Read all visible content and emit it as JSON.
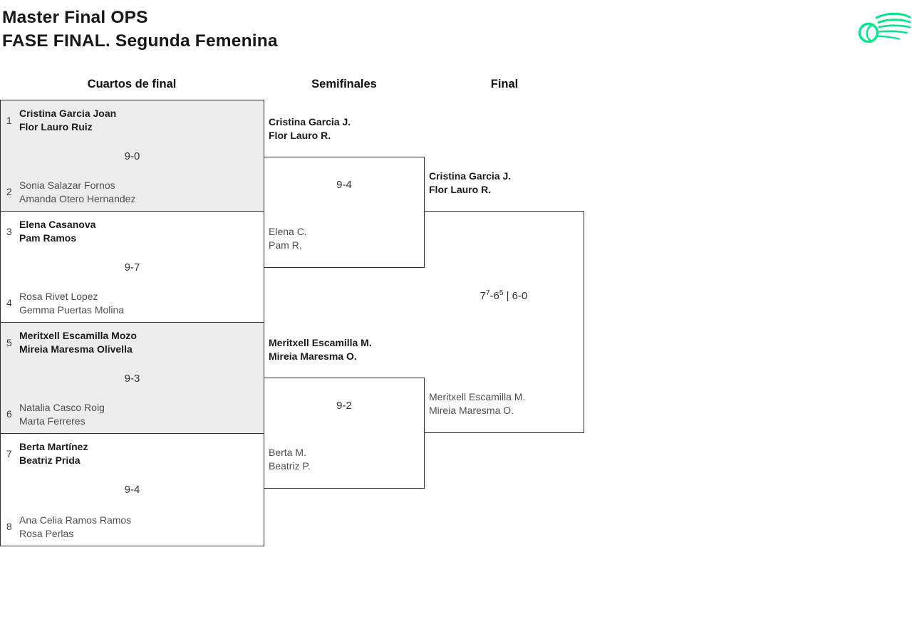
{
  "page": {
    "title_line1": "Master Final OPS",
    "title_line2": "FASE FINAL. Segunda Femenina"
  },
  "logo": {
    "icon": "tennis-ball-comet-icon",
    "color": "#00E58A"
  },
  "colors": {
    "brand_green": "#00E58A",
    "border_line": "#2e2e2e",
    "shaded_match_bg": "#ECECEC",
    "winner_text": "#1b1b1b",
    "loser_text": "#4e4e4e",
    "score_text": "#333333"
  },
  "rounds": [
    {
      "label": "Cuartos de final"
    },
    {
      "label": "Semifinales"
    },
    {
      "label": "Final"
    }
  ],
  "quarterfinals": [
    {
      "seed_top": "1",
      "team_top": [
        "Cristina Garcia Joan",
        "Flor Lauro Ruiz"
      ],
      "score": "9-0",
      "seed_bottom": "2",
      "team_bottom": [
        "Sonia Salazar Fornos",
        "Amanda Otero Hernandez"
      ]
    },
    {
      "seed_top": "3",
      "team_top": [
        "Elena Casanova",
        "Pam Ramos"
      ],
      "score": "9-7",
      "seed_bottom": "4",
      "team_bottom": [
        "Rosa Rivet Lopez",
        "Gemma Puertas Molina"
      ]
    },
    {
      "seed_top": "5",
      "team_top": [
        "Meritxell Escamilla Mozo",
        "Mireia Maresma Olivella"
      ],
      "score": "9-3",
      "seed_bottom": "6",
      "team_bottom": [
        "Natalia Casco Roig",
        "Marta Ferreres"
      ]
    },
    {
      "seed_top": "7",
      "team_top": [
        "Berta Martínez",
        "Beatriz Prida"
      ],
      "score": "9-4",
      "seed_bottom": "8",
      "team_bottom": [
        "Ana Celia Ramos Ramos",
        "Rosa Perlas"
      ]
    }
  ],
  "semifinals": [
    {
      "team_top": [
        "Cristina Garcia J.",
        "Flor Lauro R."
      ],
      "score": "9-4",
      "team_bottom": [
        "Elena C.",
        "Pam R."
      ]
    },
    {
      "team_top": [
        "Meritxell Escamilla M.",
        "Mireia Maresma O."
      ],
      "score": "9-2",
      "team_bottom": [
        "Berta M.",
        "Beatriz P."
      ]
    }
  ],
  "final": {
    "team_top": [
      "Cristina Garcia J.",
      "Flor Lauro R."
    ],
    "score_parts": {
      "p1": "7",
      "p1_sup": "7",
      "p2": "-6",
      "p2_sup": "5",
      "p3": " | 6-0"
    },
    "team_bottom": [
      "Meritxell Escamilla M.",
      "Mireia Maresma O."
    ]
  }
}
